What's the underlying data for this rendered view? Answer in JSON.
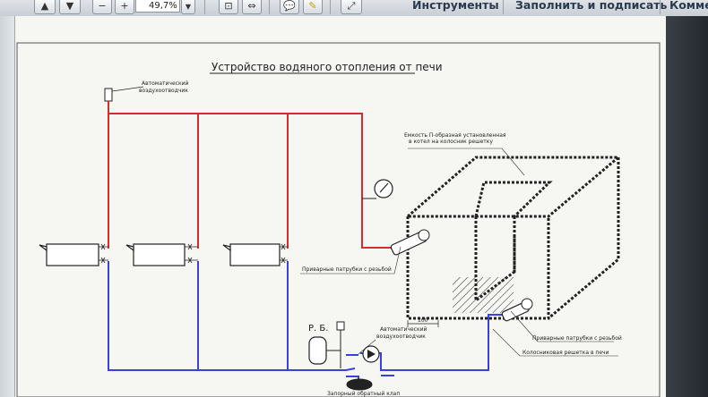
{
  "toolbar": {
    "zoom_value": "49,7%",
    "tools_label": "Инструменты",
    "fill_sign_label": "Заполнить и подписать",
    "comment_label": "Комме"
  },
  "drawing": {
    "title": "Устройство водяного отопления от печи",
    "air_vent_label_1": "Автоматический",
    "air_vent_label_2": "воздухоотводчик",
    "tank_label_1": "Емкость П-образная установленная",
    "tank_label_2": "в котел на колосник решетку",
    "nozzle_label_top": "Приварные патрубки с резьбой",
    "nozzle_label_bottom": "Приварные патрубки с резьбой",
    "grate_label": "Колосниковая решетка в печи",
    "expansion_tank_label": "Р. Б.",
    "pump_vent_label_1": "Автоматический",
    "pump_vent_label_2": "воздухоотводчик",
    "dimension_label": "100",
    "bottom_label": "Запорный обратный клап"
  },
  "colors": {
    "supply_pipe": "#d92b2b",
    "return_pipe": "#3a3fe0",
    "outline": "#222222"
  }
}
